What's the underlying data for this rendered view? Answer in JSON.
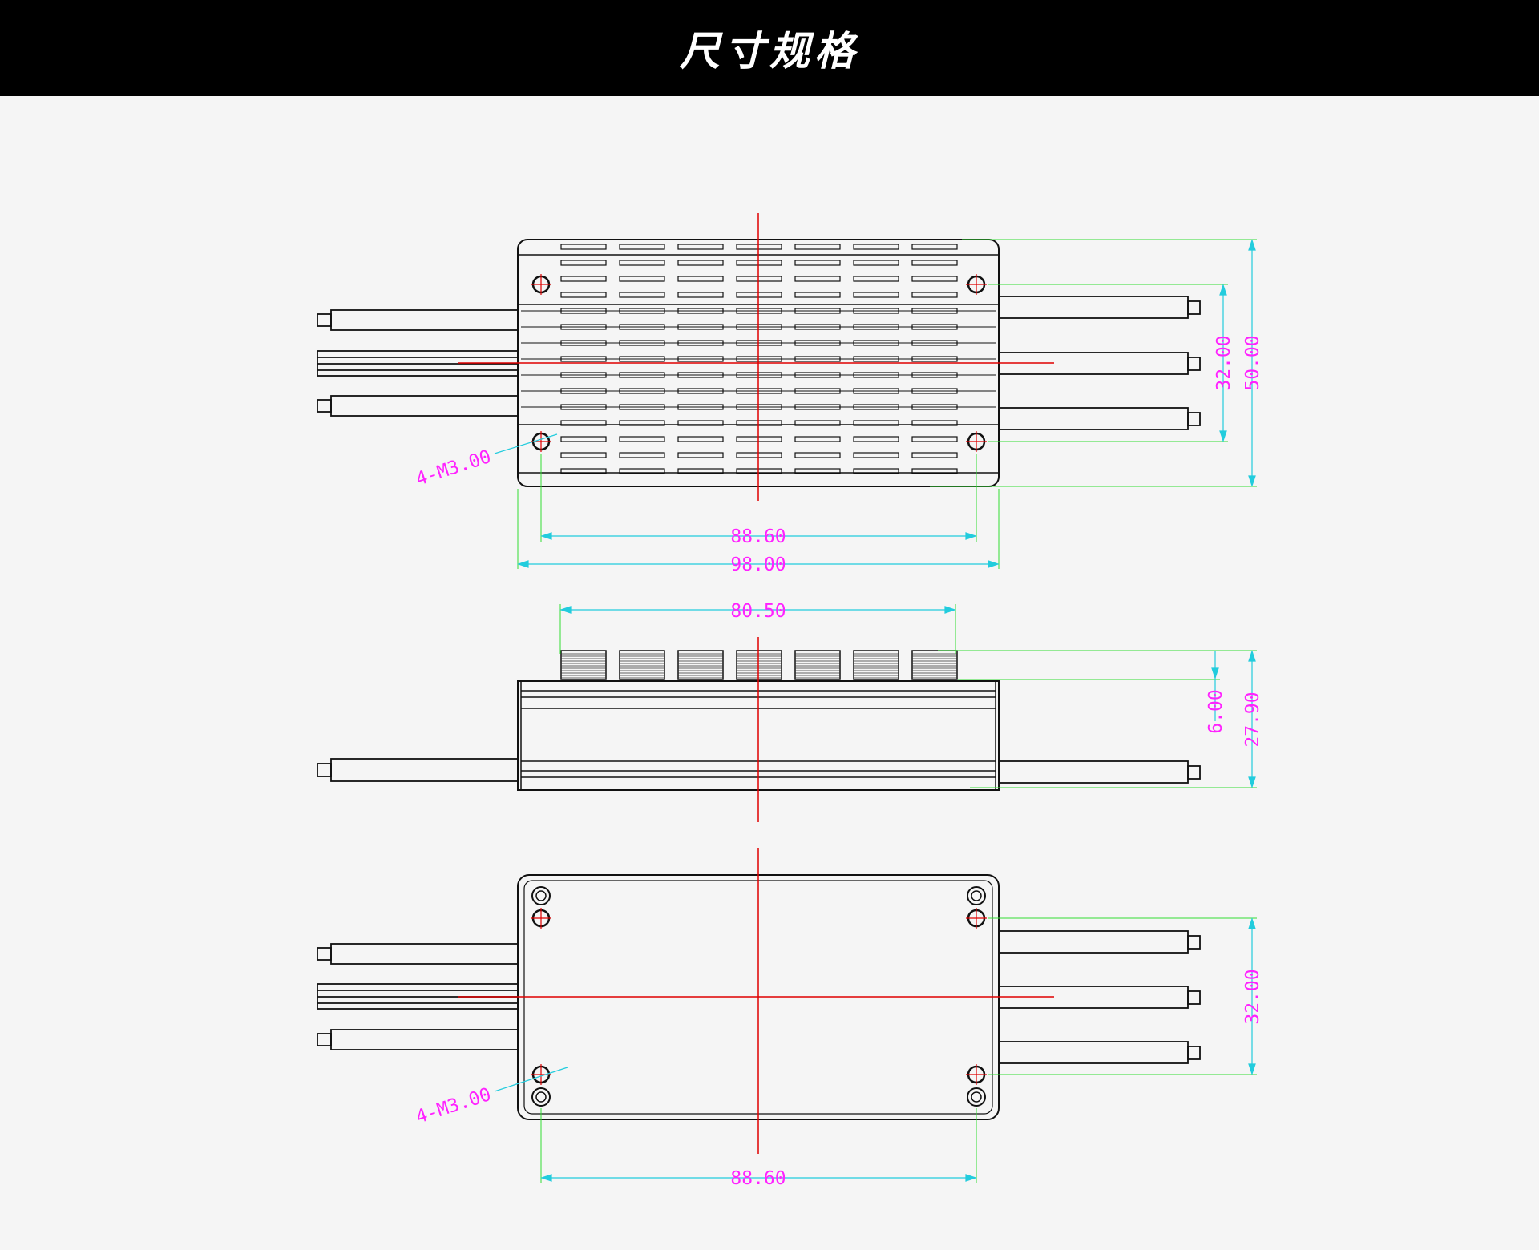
{
  "page": {
    "title": "尺寸规格"
  },
  "colors": {
    "background": "#f5f5f5",
    "header": "#000000",
    "outline": "#111111",
    "centerline": "#e00000",
    "extension": "#33dd33",
    "dimension": "#22ccdd",
    "dimtext": "#ff22ff"
  },
  "views": {
    "top": {
      "width_holes": "88.60",
      "width_total": "98.00",
      "height_holes": "32.00",
      "height_total": "50.00",
      "hole_callout": "4-M3.00"
    },
    "side": {
      "fins_length": "80.50",
      "fin_height": "6.00",
      "total_height": "27.90"
    },
    "bottom": {
      "width_holes": "88.60",
      "height_holes": "32.00",
      "hole_callout": "4-M3.00"
    }
  }
}
